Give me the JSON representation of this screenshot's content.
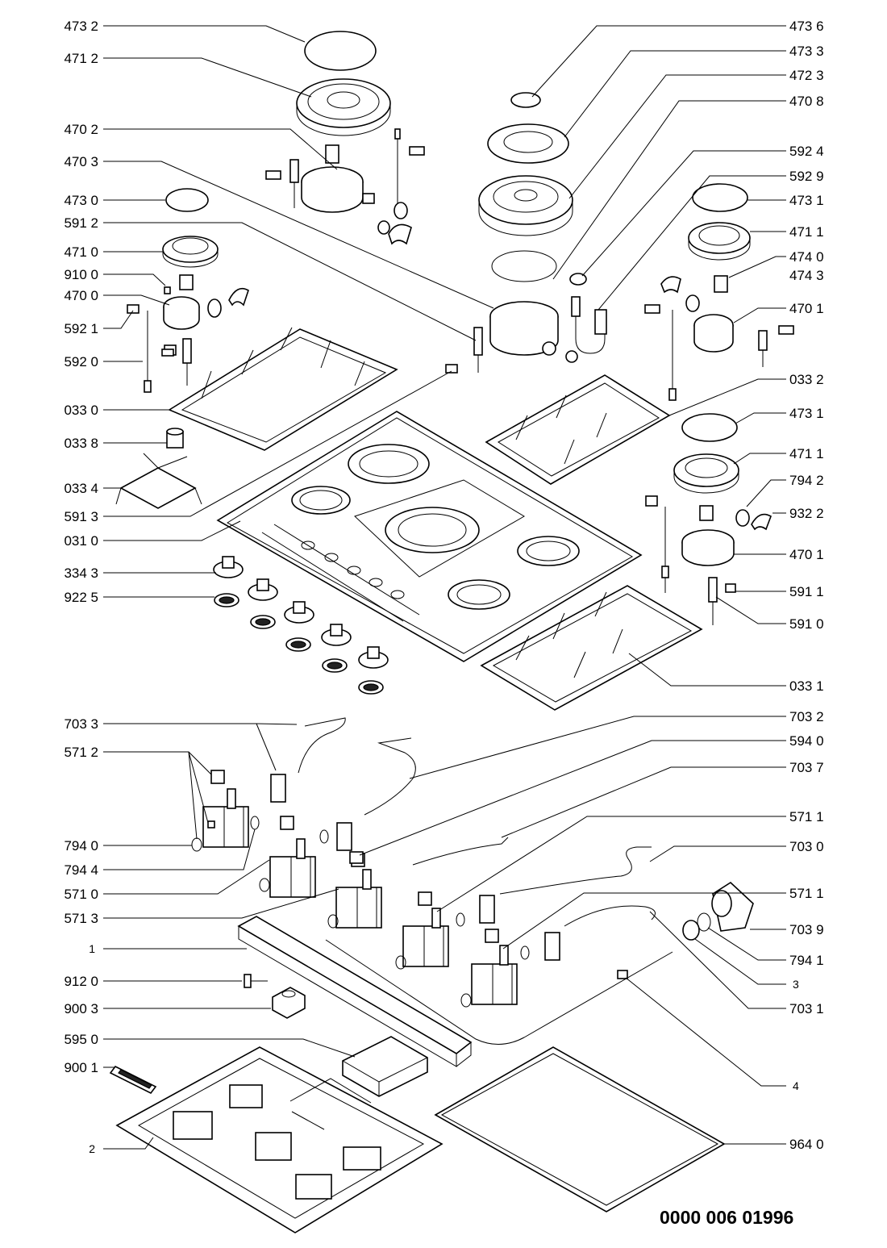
{
  "document_number": "0000 006 01996",
  "labels_left": [
    {
      "text": "473 2"
    },
    {
      "text": "471 2"
    },
    {
      "text": "470 2"
    },
    {
      "text": "470 3"
    },
    {
      "text": "473 0"
    },
    {
      "text": "591 2"
    },
    {
      "text": "471 0"
    },
    {
      "text": "910 0"
    },
    {
      "text": "470 0"
    },
    {
      "text": "592 1"
    },
    {
      "text": "592 0"
    },
    {
      "text": "033 0"
    },
    {
      "text": "033 8"
    },
    {
      "text": "033 4"
    },
    {
      "text": "591 3"
    },
    {
      "text": "031 0"
    },
    {
      "text": "334 3"
    },
    {
      "text": "922 5"
    },
    {
      "text": "703 3"
    },
    {
      "text": "571 2"
    },
    {
      "text": "794 0"
    },
    {
      "text": "794 4"
    },
    {
      "text": "571 0"
    },
    {
      "text": "571 3"
    },
    {
      "text": "1"
    },
    {
      "text": "912 0"
    },
    {
      "text": "900 3"
    },
    {
      "text": "595 0"
    },
    {
      "text": "900 1"
    },
    {
      "text": "2"
    }
  ],
  "labels_right": [
    {
      "text": "473 6"
    },
    {
      "text": "473 3"
    },
    {
      "text": "472 3"
    },
    {
      "text": "470 8"
    },
    {
      "text": "592 4"
    },
    {
      "text": "592 9"
    },
    {
      "text": "473 1"
    },
    {
      "text": "471 1"
    },
    {
      "text": "474 0"
    },
    {
      "text": "474 3"
    },
    {
      "text": "470 1"
    },
    {
      "text": "033 2"
    },
    {
      "text": "473 1"
    },
    {
      "text": "471 1"
    },
    {
      "text": "794 2"
    },
    {
      "text": "932 2"
    },
    {
      "text": "470 1"
    },
    {
      "text": "591 1"
    },
    {
      "text": "591 0"
    },
    {
      "text": "033 1"
    },
    {
      "text": "703 2"
    },
    {
      "text": "594 0"
    },
    {
      "text": "703 7"
    },
    {
      "text": "571 1"
    },
    {
      "text": "703 0"
    },
    {
      "text": "571 1"
    },
    {
      "text": "703 9"
    },
    {
      "text": "794 1"
    },
    {
      "text": "3"
    },
    {
      "text": "703 1"
    },
    {
      "text": "4"
    },
    {
      "text": "964 0"
    }
  ]
}
